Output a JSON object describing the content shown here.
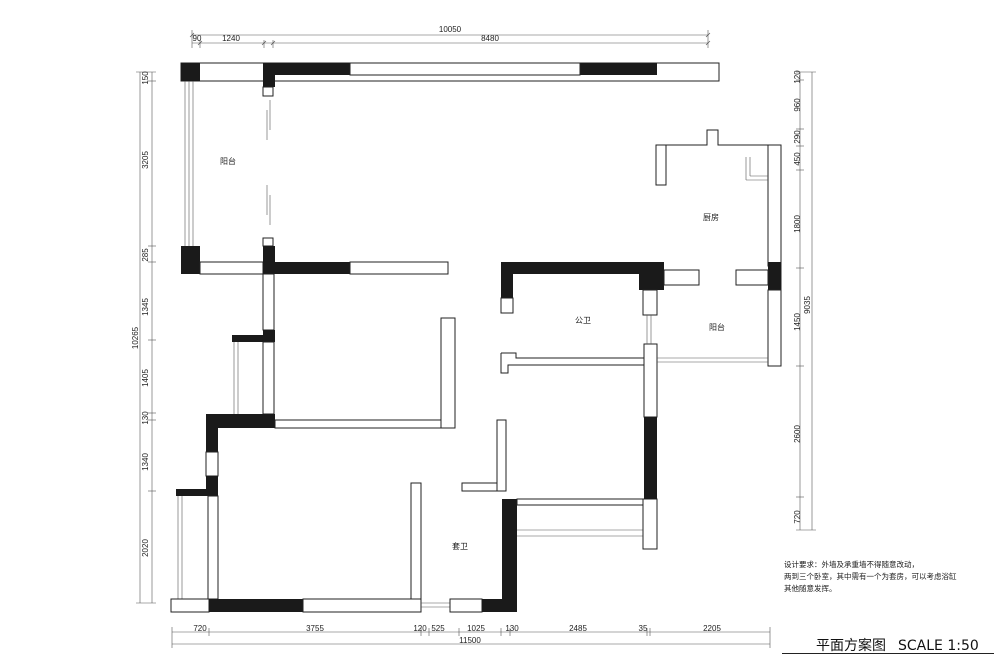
{
  "rooms": {
    "balcony_top": "阳台",
    "kitchen": "厨房",
    "public_bath": "公卫",
    "balcony_right": "阳台",
    "ensuite_bath": "套卫"
  },
  "dimensions": {
    "top_total": "10050",
    "top_segments": [
      "90",
      "1240",
      "8480"
    ],
    "left_total": "10265",
    "left_segments": [
      "150",
      "3205",
      "285",
      "1345",
      "1405",
      "130",
      "1340",
      "2020"
    ],
    "right_total": "9035",
    "right_segments": [
      "120",
      "960",
      "290",
      "450",
      "1800",
      "1450",
      "2600",
      "720"
    ],
    "bottom_total": "11500",
    "bottom_segments": [
      "720",
      "3755",
      "120",
      "525",
      "1025",
      "130",
      "2485",
      "35",
      "2205"
    ]
  },
  "notes": [
    "设计要求：外墙及承重墙不得随意改动，",
    "两到三个卧室，其中需有一个为套房，可以考虑浴缸",
    "其他随意发挥。"
  ],
  "title": {
    "name": "平面方案图",
    "scale": "SCALE 1:50"
  }
}
